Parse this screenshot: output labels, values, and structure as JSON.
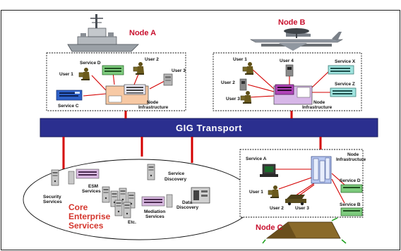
{
  "transport": {
    "label": "GIG Transport"
  },
  "node_a": {
    "title": "Node A",
    "service_d": "Service D",
    "service_c": "Service C",
    "user_1": "User 1",
    "user_2": "User 2",
    "user_3": "User 3",
    "infra_1": "Node",
    "infra_2": "Infrastructure"
  },
  "node_b": {
    "title": "Node B",
    "user_1": "User 1",
    "user_2": "User 2",
    "user_3": "User 3",
    "user_4": "User 4",
    "service_x": "Service X",
    "service_z": "Service Z",
    "infra_1": "Node",
    "infra_2": "Infrastructure"
  },
  "node_c": {
    "title": "Node C",
    "service_a": "Service A",
    "service_d": "Service D",
    "service_b": "Service B",
    "user_1": "User 1",
    "user_2": "User 2",
    "user_3": "User 3",
    "infra_1": "Node",
    "infra_2": "Infrastructure"
  },
  "core": {
    "title_1": "Core",
    "title_2": "Enterprise",
    "title_3": "Services",
    "security_1": "Security",
    "security_2": "Services",
    "esm_1": "ESM",
    "esm_2": "Services",
    "discovery_1": "Service",
    "discovery_2": "Discovery",
    "mediation_1": "Mediation",
    "mediation_2": "Services",
    "data_1": "Data",
    "data_2": "Discovery",
    "etc": "Etc."
  }
}
